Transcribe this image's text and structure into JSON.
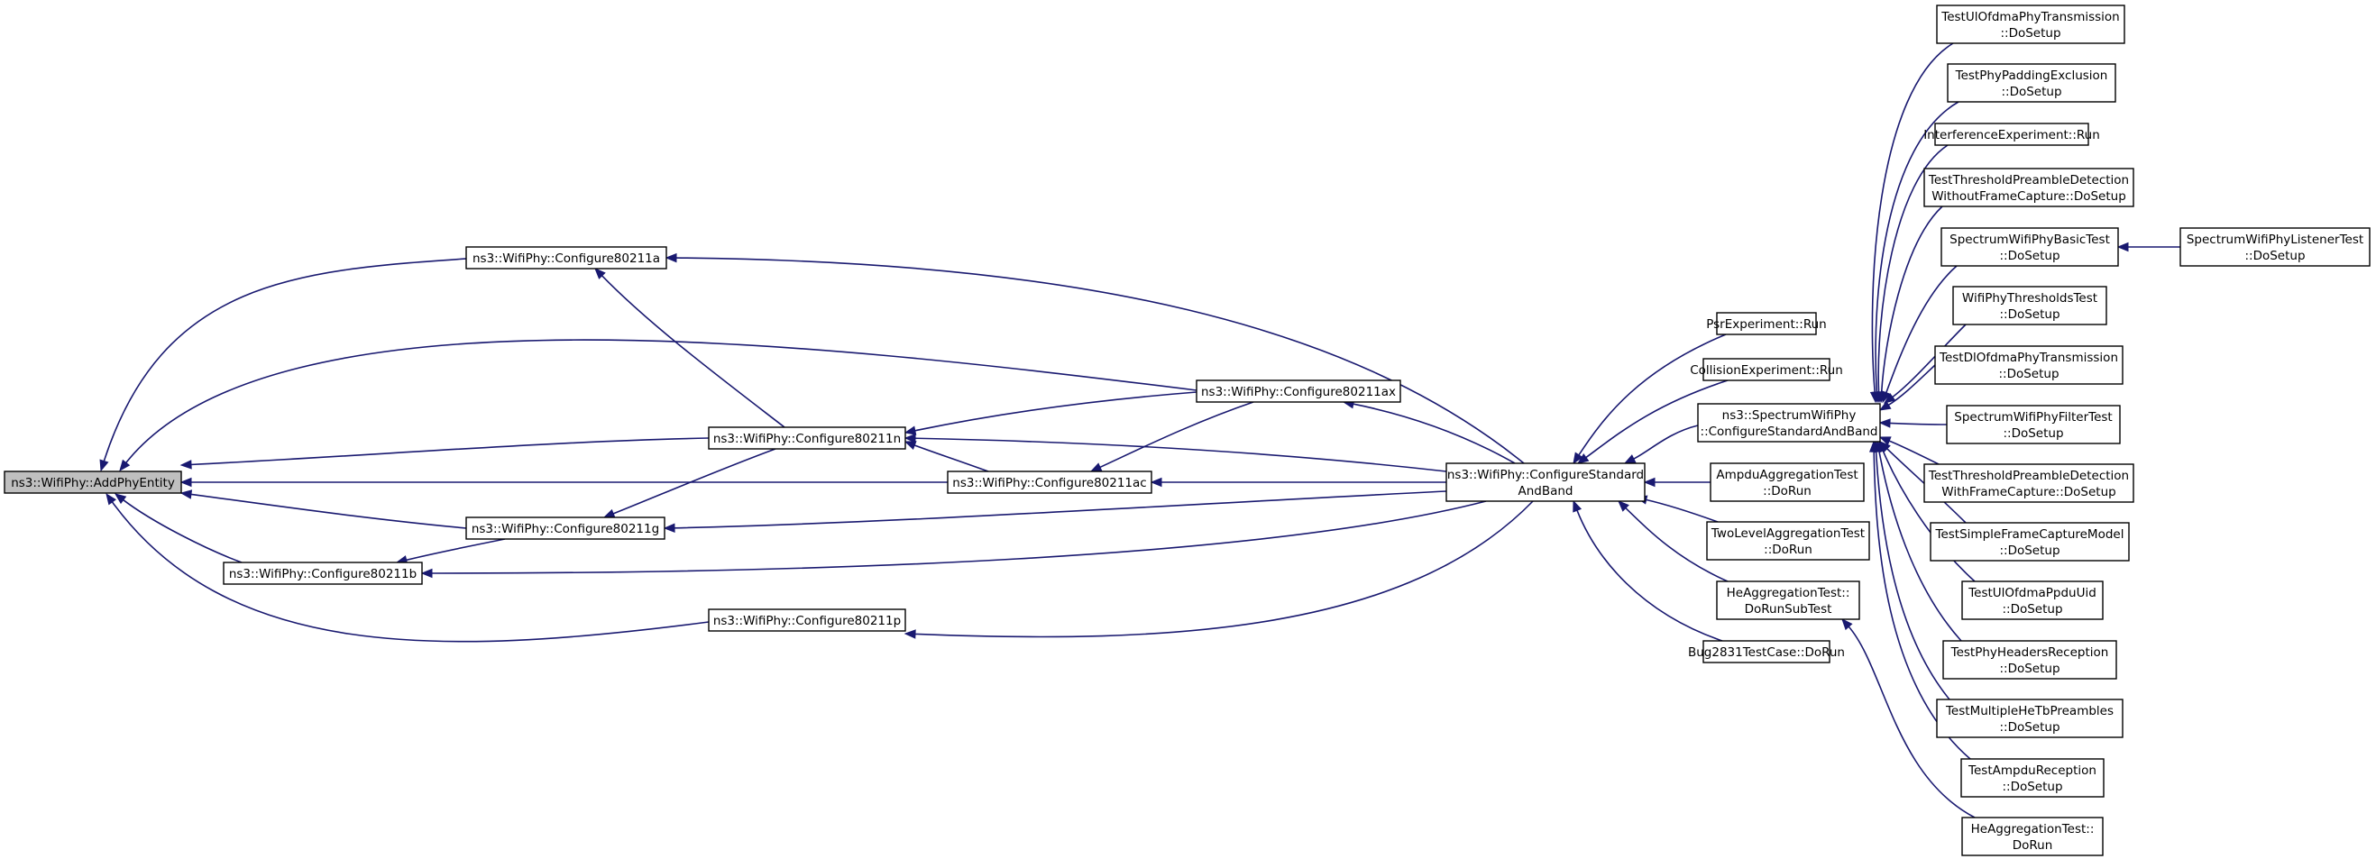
{
  "colors": {
    "edge": "#191970",
    "root_fill": "#bfbfbf",
    "node_fill": "#ffffff",
    "node_border": "#000000"
  },
  "nodes": [
    {
      "id": "addphy",
      "lines": [
        "ns3::WifiPhy::AddPhyEntity"
      ]
    },
    {
      "id": "cfg_a",
      "lines": [
        "ns3::WifiPhy::Configure80211a"
      ]
    },
    {
      "id": "cfg_n",
      "lines": [
        "ns3::WifiPhy::Configure80211n"
      ]
    },
    {
      "id": "cfg_g",
      "lines": [
        "ns3::WifiPhy::Configure80211g"
      ]
    },
    {
      "id": "cfg_b",
      "lines": [
        "ns3::WifiPhy::Configure80211b"
      ]
    },
    {
      "id": "cfg_p",
      "lines": [
        "ns3::WifiPhy::Configure80211p"
      ]
    },
    {
      "id": "cfg_ax",
      "lines": [
        "ns3::WifiPhy::Configure80211ax"
      ]
    },
    {
      "id": "cfg_ac",
      "lines": [
        "ns3::WifiPhy::Configure80211ac"
      ]
    },
    {
      "id": "csab",
      "lines": [
        "ns3::WifiPhy::ConfigureStandard",
        "AndBand"
      ]
    },
    {
      "id": "psr",
      "lines": [
        "PsrExperiment::Run"
      ]
    },
    {
      "id": "coll",
      "lines": [
        "CollisionExperiment::Run"
      ]
    },
    {
      "id": "scsab",
      "lines": [
        "ns3::SpectrumWifiPhy",
        "::ConfigureStandardAndBand"
      ]
    },
    {
      "id": "ampdu_agg",
      "lines": [
        "AmpduAggregationTest",
        "::DoRun"
      ]
    },
    {
      "id": "twolevel",
      "lines": [
        "TwoLevelAggregationTest",
        "::DoRun"
      ]
    },
    {
      "id": "he_sub",
      "lines": [
        "HeAggregationTest::",
        "DoRunSubTest"
      ]
    },
    {
      "id": "bug2831",
      "lines": [
        "Bug2831TestCase::DoRun"
      ]
    },
    {
      "id": "ul_ofdma_tx",
      "lines": [
        "TestUlOfdmaPhyTransmission",
        "::DoSetup"
      ]
    },
    {
      "id": "padding",
      "lines": [
        "TestPhyPaddingExclusion",
        "::DoSetup"
      ]
    },
    {
      "id": "interf",
      "lines": [
        "InterferenceExperiment::Run"
      ]
    },
    {
      "id": "thr_without",
      "lines": [
        "TestThresholdPreambleDetection",
        "WithoutFrameCapture::DoSetup"
      ]
    },
    {
      "id": "swp_basic",
      "lines": [
        "SpectrumWifiPhyBasicTest",
        "::DoSetup"
      ]
    },
    {
      "id": "swp_listener",
      "lines": [
        "SpectrumWifiPhyListenerTest",
        "::DoSetup"
      ]
    },
    {
      "id": "wp_thresholds",
      "lines": [
        "WifiPhyThresholdsTest",
        "::DoSetup"
      ]
    },
    {
      "id": "dl_ofdma_tx",
      "lines": [
        "TestDlOfdmaPhyTransmission",
        "::DoSetup"
      ]
    },
    {
      "id": "swp_filter",
      "lines": [
        "SpectrumWifiPhyFilterTest",
        "::DoSetup"
      ]
    },
    {
      "id": "thr_with",
      "lines": [
        "TestThresholdPreambleDetection",
        "WithFrameCapture::DoSetup"
      ]
    },
    {
      "id": "simple_fc",
      "lines": [
        "TestSimpleFrameCaptureModel",
        "::DoSetup"
      ]
    },
    {
      "id": "ul_ppdu_uid",
      "lines": [
        "TestUlOfdmaPpduUid",
        "::DoSetup"
      ]
    },
    {
      "id": "hdr_rx",
      "lines": [
        "TestPhyHeadersReception",
        "::DoSetup"
      ]
    },
    {
      "id": "multi_hetb",
      "lines": [
        "TestMultipleHeTbPreambles",
        "::DoSetup"
      ]
    },
    {
      "id": "ampdu_rx",
      "lines": [
        "TestAmpduReception",
        "::DoSetup"
      ]
    },
    {
      "id": "he_run",
      "lines": [
        "HeAggregationTest::",
        "DoRun"
      ]
    }
  ],
  "edges": [
    [
      "cfg_a",
      "addphy"
    ],
    [
      "cfg_ax",
      "addphy"
    ],
    [
      "cfg_n",
      "addphy"
    ],
    [
      "cfg_ac",
      "addphy"
    ],
    [
      "cfg_g",
      "addphy"
    ],
    [
      "cfg_b",
      "addphy"
    ],
    [
      "cfg_p",
      "addphy"
    ],
    [
      "cfg_n",
      "cfg_a"
    ],
    [
      "csab",
      "cfg_a"
    ],
    [
      "cfg_ax",
      "cfg_n"
    ],
    [
      "cfg_ac",
      "cfg_n"
    ],
    [
      "csab",
      "cfg_n"
    ],
    [
      "cfg_n",
      "cfg_g"
    ],
    [
      "csab",
      "cfg_g"
    ],
    [
      "cfg_g",
      "cfg_b"
    ],
    [
      "csab",
      "cfg_b"
    ],
    [
      "csab",
      "cfg_p"
    ],
    [
      "csab",
      "cfg_ax"
    ],
    [
      "cfg_ax",
      "cfg_ac"
    ],
    [
      "csab",
      "cfg_ac"
    ],
    [
      "psr",
      "csab"
    ],
    [
      "coll",
      "csab"
    ],
    [
      "scsab",
      "csab"
    ],
    [
      "ampdu_agg",
      "csab"
    ],
    [
      "twolevel",
      "csab"
    ],
    [
      "he_sub",
      "csab"
    ],
    [
      "bug2831",
      "csab"
    ],
    [
      "ul_ofdma_tx",
      "scsab"
    ],
    [
      "padding",
      "scsab"
    ],
    [
      "interf",
      "scsab"
    ],
    [
      "thr_without",
      "scsab"
    ],
    [
      "swp_basic",
      "scsab"
    ],
    [
      "wp_thresholds",
      "scsab"
    ],
    [
      "dl_ofdma_tx",
      "scsab"
    ],
    [
      "swp_filter",
      "scsab"
    ],
    [
      "thr_with",
      "scsab"
    ],
    [
      "simple_fc",
      "scsab"
    ],
    [
      "ul_ppdu_uid",
      "scsab"
    ],
    [
      "hdr_rx",
      "scsab"
    ],
    [
      "multi_hetb",
      "scsab"
    ],
    [
      "ampdu_rx",
      "scsab"
    ],
    [
      "swp_listener",
      "swp_basic"
    ],
    [
      "he_run",
      "he_sub"
    ]
  ]
}
